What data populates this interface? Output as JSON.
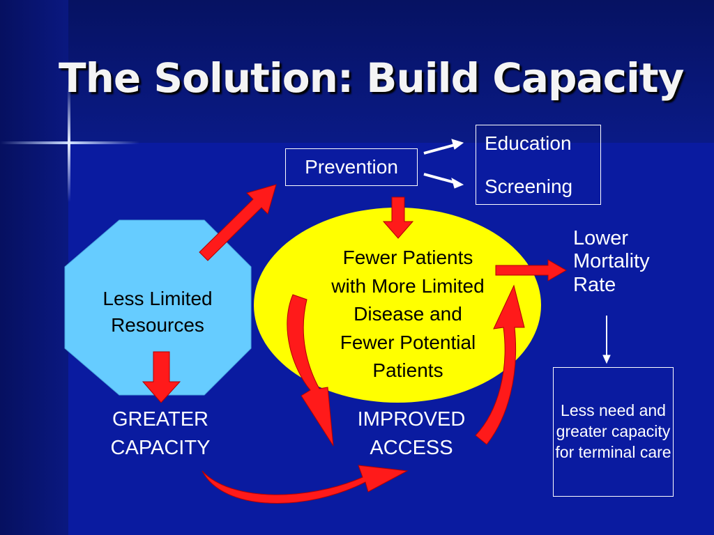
{
  "title": "The Solution: Build Capacity",
  "nodes": {
    "prevention": "Prevention",
    "education": "Education",
    "screening": "Screening",
    "less_limited_resources": "Less Limited\nResources",
    "fewer_patients": "Fewer Patients\nwith More Limited\nDisease and\nFewer Potential\nPatients",
    "lower_mortality": "Lower\nMortality\nRate",
    "terminal_care": "Less need and greater capacity for terminal care",
    "greater_capacity": "GREATER\nCAPACITY",
    "improved_access": "IMPROVED\nACCESS"
  },
  "colors": {
    "background": "#0a1ba0",
    "octagon_fill": "#66ccff",
    "ellipse_fill": "#ffff00",
    "arrow_fill": "#ff0000",
    "text": "#ffffff"
  }
}
